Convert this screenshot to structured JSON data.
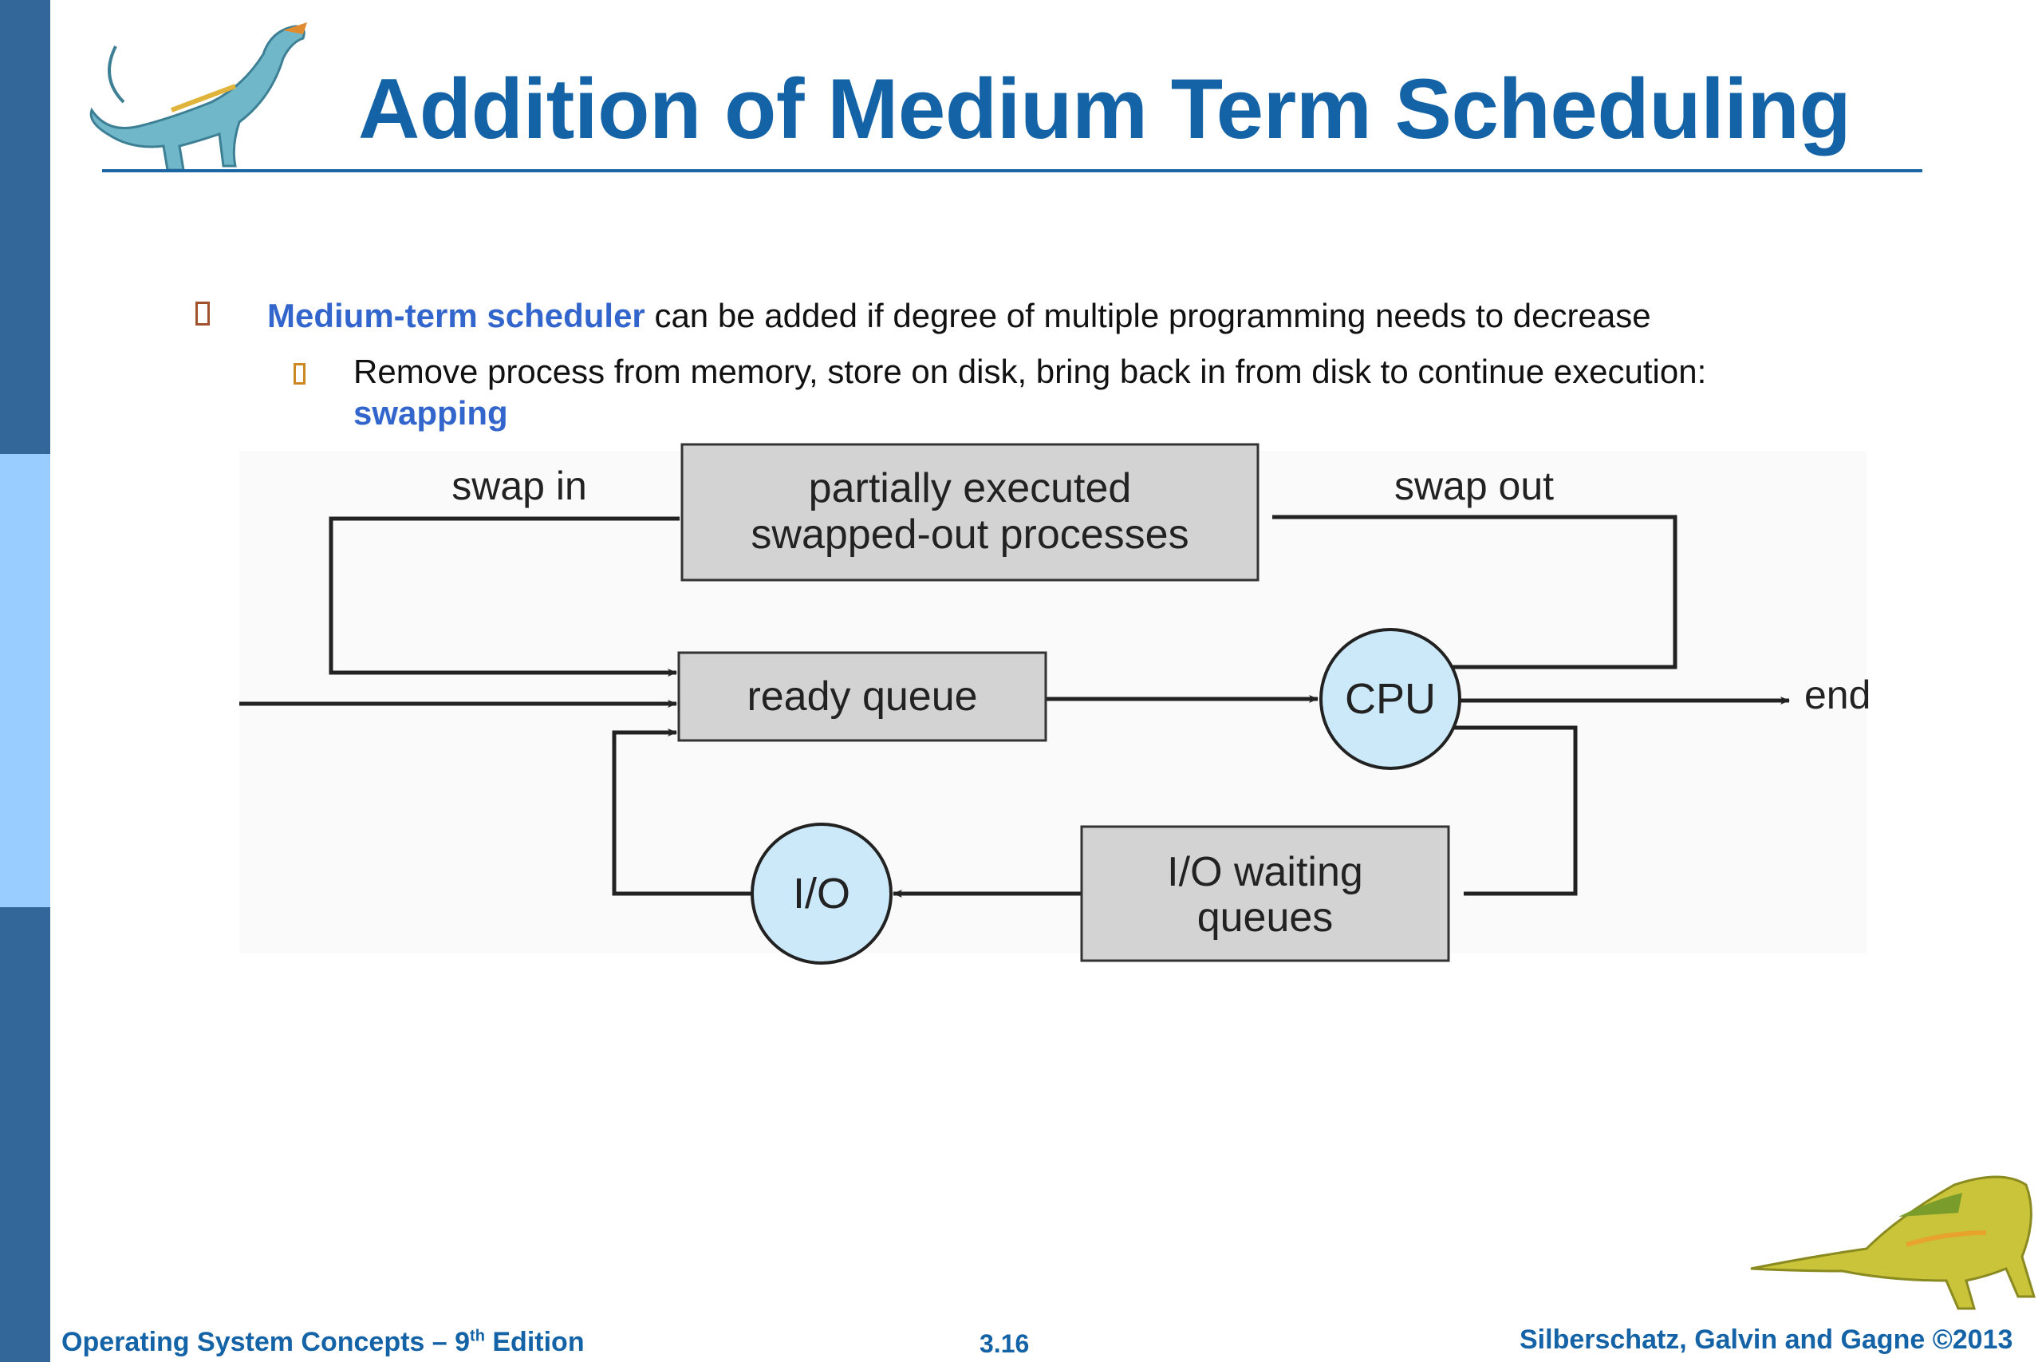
{
  "slide": {
    "title": "Addition of Medium Term Scheduling"
  },
  "bullets": {
    "b1_keyword": "Medium-term scheduler",
    "b1_text": " can be added if degree of multiple programming needs to decrease",
    "b2_text": "Remove process from memory, store on disk, bring back in from disk to continue execution:",
    "b2_keyword": "swapping"
  },
  "diagram": {
    "swap_in": "swap in",
    "swap_out": "swap out",
    "partial_line1": "partially executed",
    "partial_line2": "swapped-out processes",
    "ready_queue": "ready queue",
    "cpu": "CPU",
    "end": "end",
    "io": "I/O",
    "io_wait_line1": "I/O waiting",
    "io_wait_line2": "queues"
  },
  "footer": {
    "book": "Operating System Concepts – 9",
    "book_sup": "th",
    "book_tail": " Edition",
    "page": "3.16",
    "authors": "Silberschatz, Galvin and Gagne ©2013"
  },
  "colors": {
    "title": "#1463a6",
    "keyword": "#3366cc",
    "box_fill": "#d3d3d3",
    "circle_fill": "#cce9f9"
  }
}
